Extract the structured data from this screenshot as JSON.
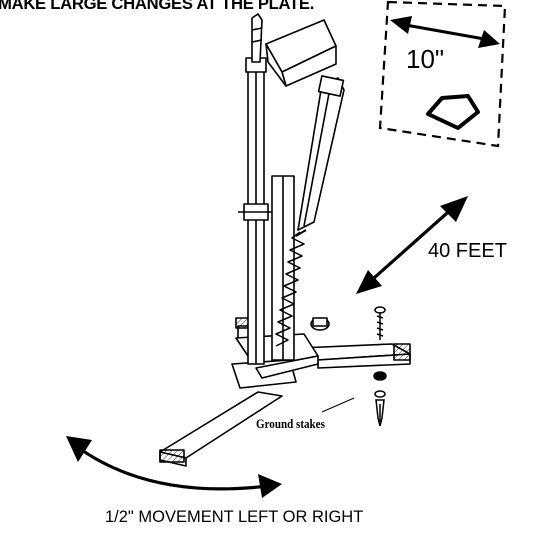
{
  "header_text": "MAKE LARGE CHANGES AT THE PLATE.",
  "plate_distance_label": "10\"",
  "pitch_distance_label": "40 FEET",
  "stakes_label": "Ground stakes",
  "movement_caption": "1/2\" MOVEMENT LEFT OR RIGHT",
  "colors": {
    "ink": "#000000",
    "paper": "#ffffff",
    "shade": "#d9d9d9"
  },
  "icons": [
    "double-arrow-icon",
    "home-plate-icon",
    "ground-stake-icon"
  ]
}
